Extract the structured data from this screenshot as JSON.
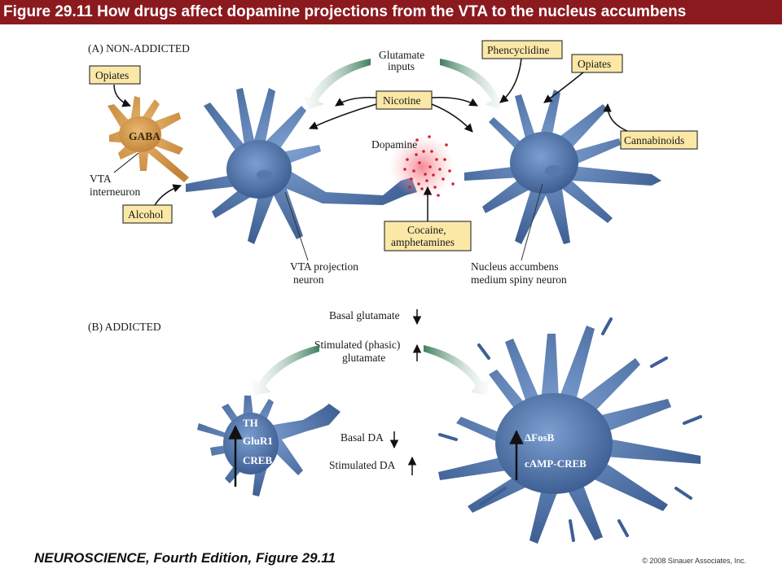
{
  "header": {
    "title": "Figure 29.11  How drugs affect dopamine projections from the VTA to the nucleus accumbens"
  },
  "panel_a": {
    "heading": "(A) NON-ADDICTED",
    "opiates_left": "Opiates",
    "gaba": "GABA",
    "vta_interneuron": [
      "VTA",
      "interneuron"
    ],
    "alcohol": "Alcohol",
    "glutamate_inputs": [
      "Glutamate",
      "inputs"
    ],
    "nicotine": "Nicotine",
    "dopamine": "Dopamine",
    "cocaine": [
      "Cocaine,",
      "amphetamines"
    ],
    "vta_projection": [
      "VTA projection",
      "neuron"
    ],
    "phencyclidine": "Phencyclidine",
    "opiates_right": "Opiates",
    "cannabinoids": "Cannabinoids",
    "nucleus_accumbens": [
      "Nucleus accumbens",
      "medium spiny neuron"
    ]
  },
  "panel_b": {
    "heading": "(B) ADDICTED",
    "basal_glutamate": "Basal glutamate",
    "stimulated_glutamate": [
      "Stimulated (phasic)",
      "glutamate"
    ],
    "basal_da": "Basal DA",
    "stimulated_da": "Stimulated DA",
    "vta_markers": [
      "TH",
      "GluR1",
      "CREB"
    ],
    "nac_markers": [
      "ΔFosB",
      "cAMP-CREB"
    ]
  },
  "colors": {
    "title_bar": "#8b1a1f",
    "neuron": "#4a6fa5",
    "gaba_cell": "#d49a4a",
    "glutamate_terminal": "#3f7f5f",
    "dopamine": "#d4202c",
    "label_box": "#fbe8a6"
  },
  "footer": {
    "book": "NEUROSCIENCE, Fourth Edition, Figure 29.11",
    "copyright": "© 2008 Sinauer Associates, Inc."
  }
}
